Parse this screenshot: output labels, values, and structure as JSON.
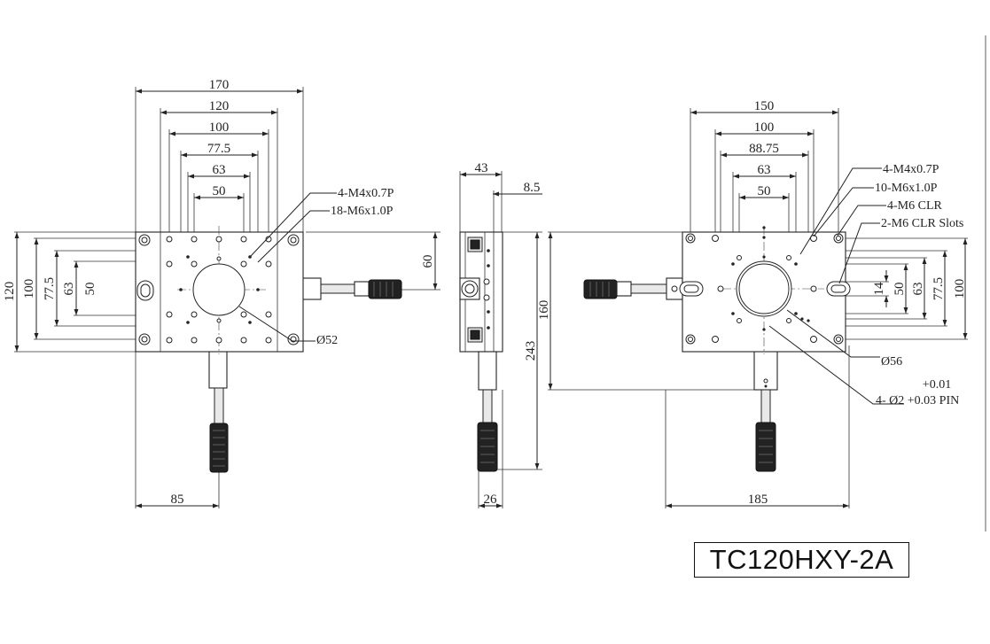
{
  "title": "TC120HXY-2A",
  "front_view": {
    "width_dims": [
      "170",
      "120",
      "100",
      "77.5",
      "63",
      "50"
    ],
    "height_dims": [
      "120",
      "100",
      "77.5",
      "63",
      "50"
    ],
    "offset_dim": "60",
    "bottom_dim": "85",
    "callouts": [
      "4-M4x0.7P",
      "18-M6x1.0P"
    ],
    "center_dia": "Ø52"
  },
  "side_view": {
    "top_dims": [
      "43",
      "8.5"
    ],
    "bottom_dim": "26",
    "height_dims": [
      "160",
      "243"
    ]
  },
  "rear_view": {
    "width_dims": [
      "150",
      "100",
      "88.75",
      "63",
      "50"
    ],
    "height_dims": [
      "100",
      "77.5",
      "63",
      "50",
      "14"
    ],
    "bottom_dim": "185",
    "callouts": [
      "4-M4x0.7P",
      "10-M6x1.0P",
      "4-M6 CLR",
      "2-M6 CLR Slots"
    ],
    "center_dia": "Ø56",
    "pin_tolerance": "+0.01",
    "pin_label": "4- Ø2 +0.03 PIN"
  }
}
